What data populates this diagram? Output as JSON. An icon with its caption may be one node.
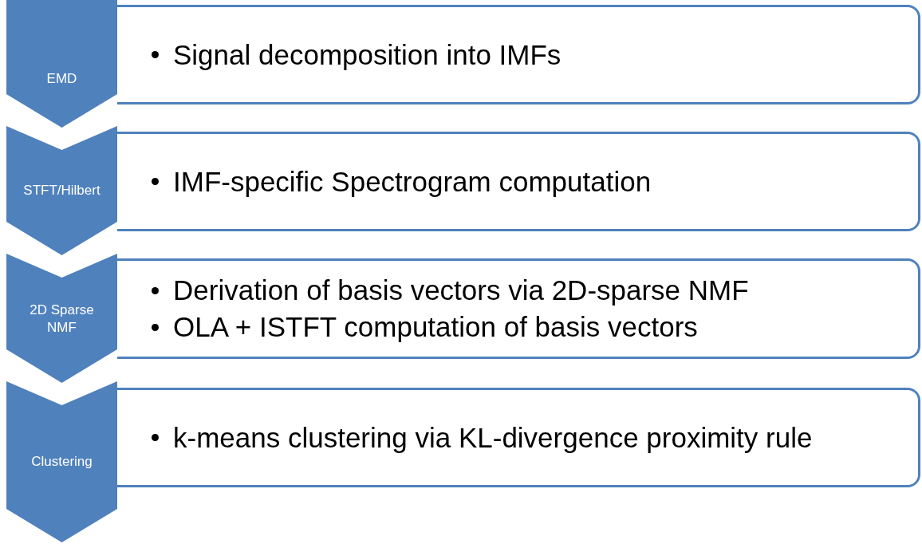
{
  "diagram": {
    "nodes": [
      {
        "text": [
          "EMD"
        ]
      },
      {
        "text": [
          "Signal decomposition into IMFs"
        ]
      },
      {
        "text": [
          "STFT/Hilbert"
        ]
      },
      {
        "text": [
          "IMF-specific Spectrogram computation"
        ]
      },
      {
        "text": [
          "2D Sparse NMF"
        ]
      },
      {
        "text": [
          "Derivation of basis vectors via 2D-sparse NMF",
          "OLA + ISTFT computation of basis vectors"
        ]
      },
      {
        "text": [
          "Clustering"
        ]
      },
      {
        "text": [
          "k-means clustering via KL-divergence proximity rule"
        ]
      }
    ]
  }
}
